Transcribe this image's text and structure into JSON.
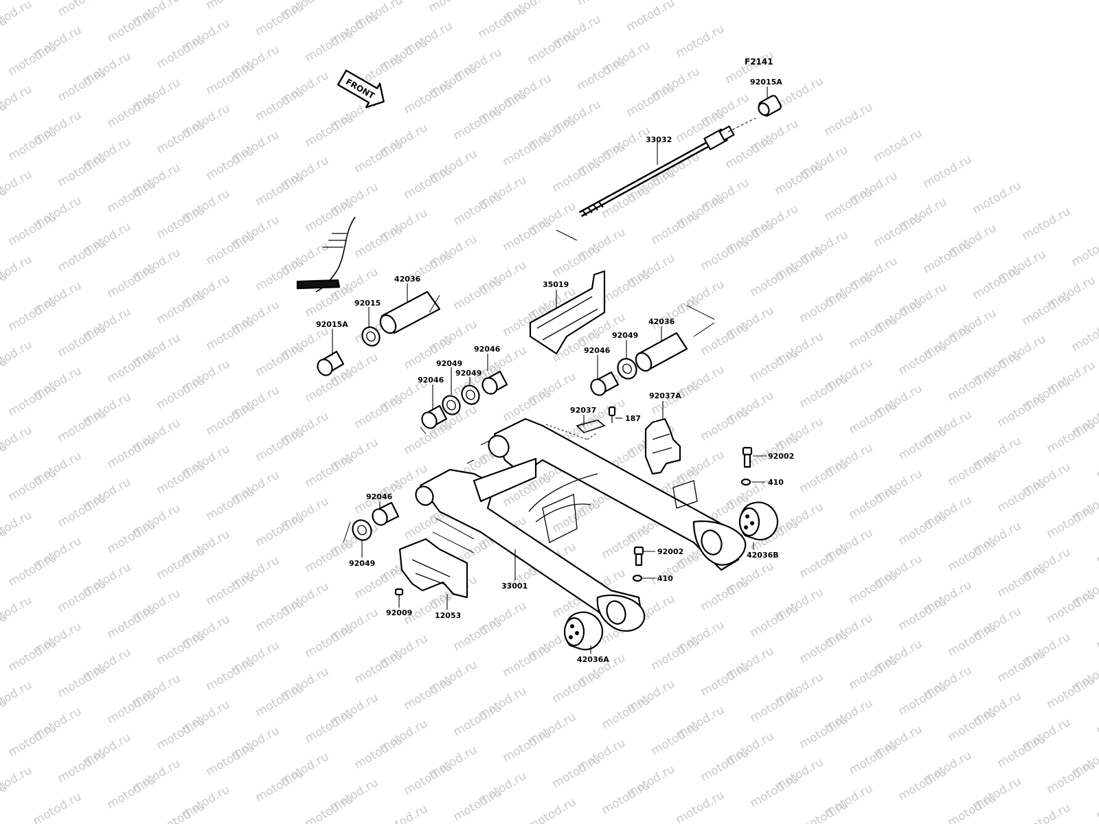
{
  "diagram_code": "F2141",
  "front_arrow_label": "FRONT",
  "watermark_text": "motod.ru",
  "colors": {
    "ink": "#000000",
    "background": "#ffffff",
    "watermark": "#c8c8c8"
  },
  "part_labels": {
    "p_92015A_top": "92015A",
    "p_33032": "33032",
    "p_42036_left": "42036",
    "p_92015": "92015",
    "p_92015A_left": "92015A",
    "p_35019": "35019",
    "p_42036_right": "42036",
    "p_92049_right": "92049",
    "p_92046_right": "92046",
    "p_92046_a": "92046",
    "p_92049_a": "92049",
    "p_92049_b": "92049",
    "p_92046_b": "92046",
    "p_92037A": "92037A",
    "p_92037": "92037",
    "p_187": "187",
    "p_92002_top": "92002",
    "p_410_top": "410",
    "p_42036B": "42036B",
    "p_92046_c": "92046",
    "p_92049_c": "92049",
    "p_92002_mid": "92002",
    "p_410_mid": "410",
    "p_33001": "33001",
    "p_92009": "92009",
    "p_12053": "12053",
    "p_42036A": "42036A"
  }
}
